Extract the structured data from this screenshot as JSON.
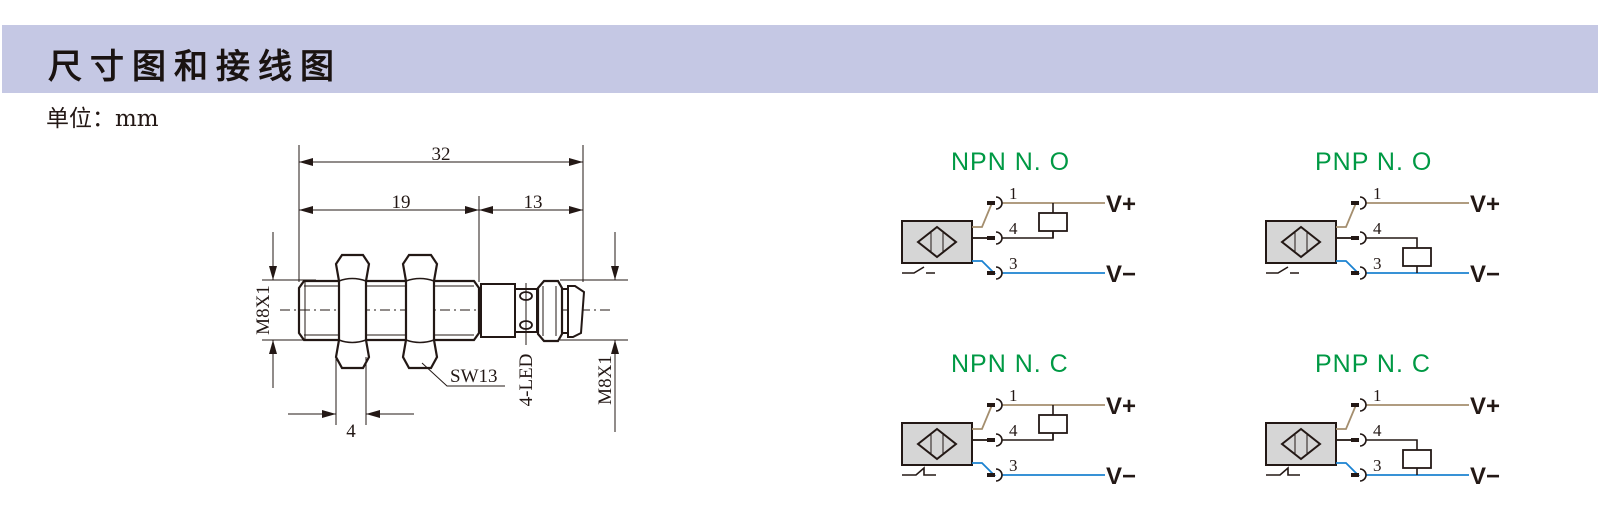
{
  "header": {
    "title": "尺寸图和接线图"
  },
  "unit_label": "单位：mm",
  "dimension_drawing": {
    "total_length": "32",
    "body_length": "19",
    "connector_length": "13",
    "nut_width": "4",
    "thread_left": "M8X1",
    "thread_right": "M8X1",
    "wrench_size": "SW13",
    "led": "4-LED"
  },
  "colors": {
    "banner": "#c5c8e4",
    "title_green": "#009944",
    "wire_brown": "#a48e6e",
    "wire_black": "#231815",
    "wire_blue": "#1b82d1",
    "sensor_fill": "#d6d6d6"
  },
  "wiring": [
    {
      "title": "NPN  N. O",
      "pins": [
        "1",
        "4",
        "3"
      ],
      "vplus": "V+",
      "vminus": "V−",
      "load": "between-1-and-4",
      "switch": "normally-open"
    },
    {
      "title": "PNP  N. O",
      "pins": [
        "1",
        "4",
        "3"
      ],
      "vplus": "V+",
      "vminus": "V−",
      "load": "between-4-and-3",
      "switch": "normally-open"
    },
    {
      "title": "NPN  N. C",
      "pins": [
        "1",
        "4",
        "3"
      ],
      "vplus": "V+",
      "vminus": "V−",
      "load": "between-1-and-4",
      "switch": "normally-closed"
    },
    {
      "title": "PNP  N. C",
      "pins": [
        "1",
        "4",
        "3"
      ],
      "vplus": "V+",
      "vminus": "V−",
      "load": "between-4-and-3",
      "switch": "normally-closed"
    }
  ]
}
